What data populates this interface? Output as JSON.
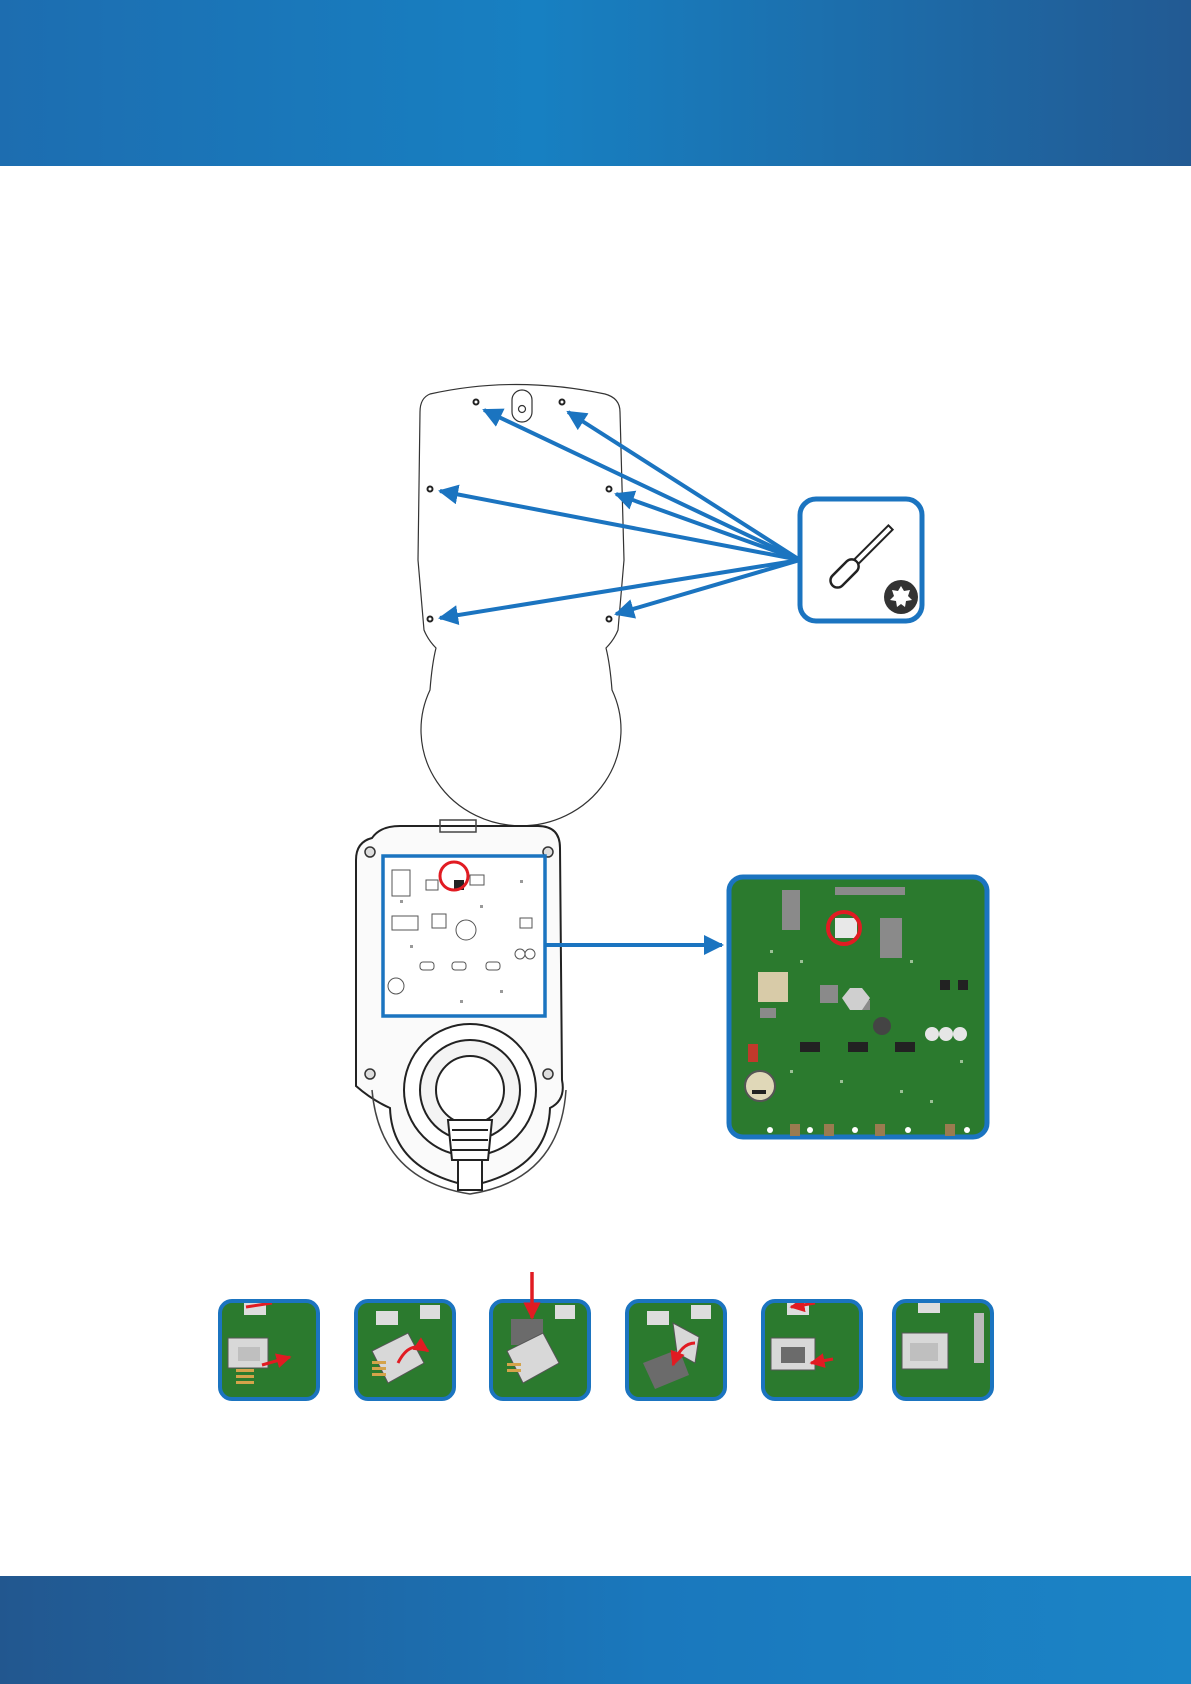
{
  "colors": {
    "brand_blue": "#1b74c0",
    "header_dark": "#22578f",
    "pcb_green": "#2b7a2e",
    "highlight_red": "#e11b22"
  },
  "illustrations": {
    "back_plate": {
      "screw_count": 6,
      "tool_icon": "torx-screwdriver-icon"
    },
    "charger_open": {
      "highlight": "sim-slot-location"
    },
    "pcb_zoom": {
      "highlight": "sim-slot"
    },
    "sim_steps": [
      {
        "step": 1,
        "action": "slide-slot-cover"
      },
      {
        "step": 2,
        "action": "lift-cover"
      },
      {
        "step": 3,
        "action": "insert-sim-card"
      },
      {
        "step": 4,
        "action": "close-cover"
      },
      {
        "step": 5,
        "action": "slide-to-lock"
      },
      {
        "step": 6,
        "action": "locked"
      }
    ]
  }
}
